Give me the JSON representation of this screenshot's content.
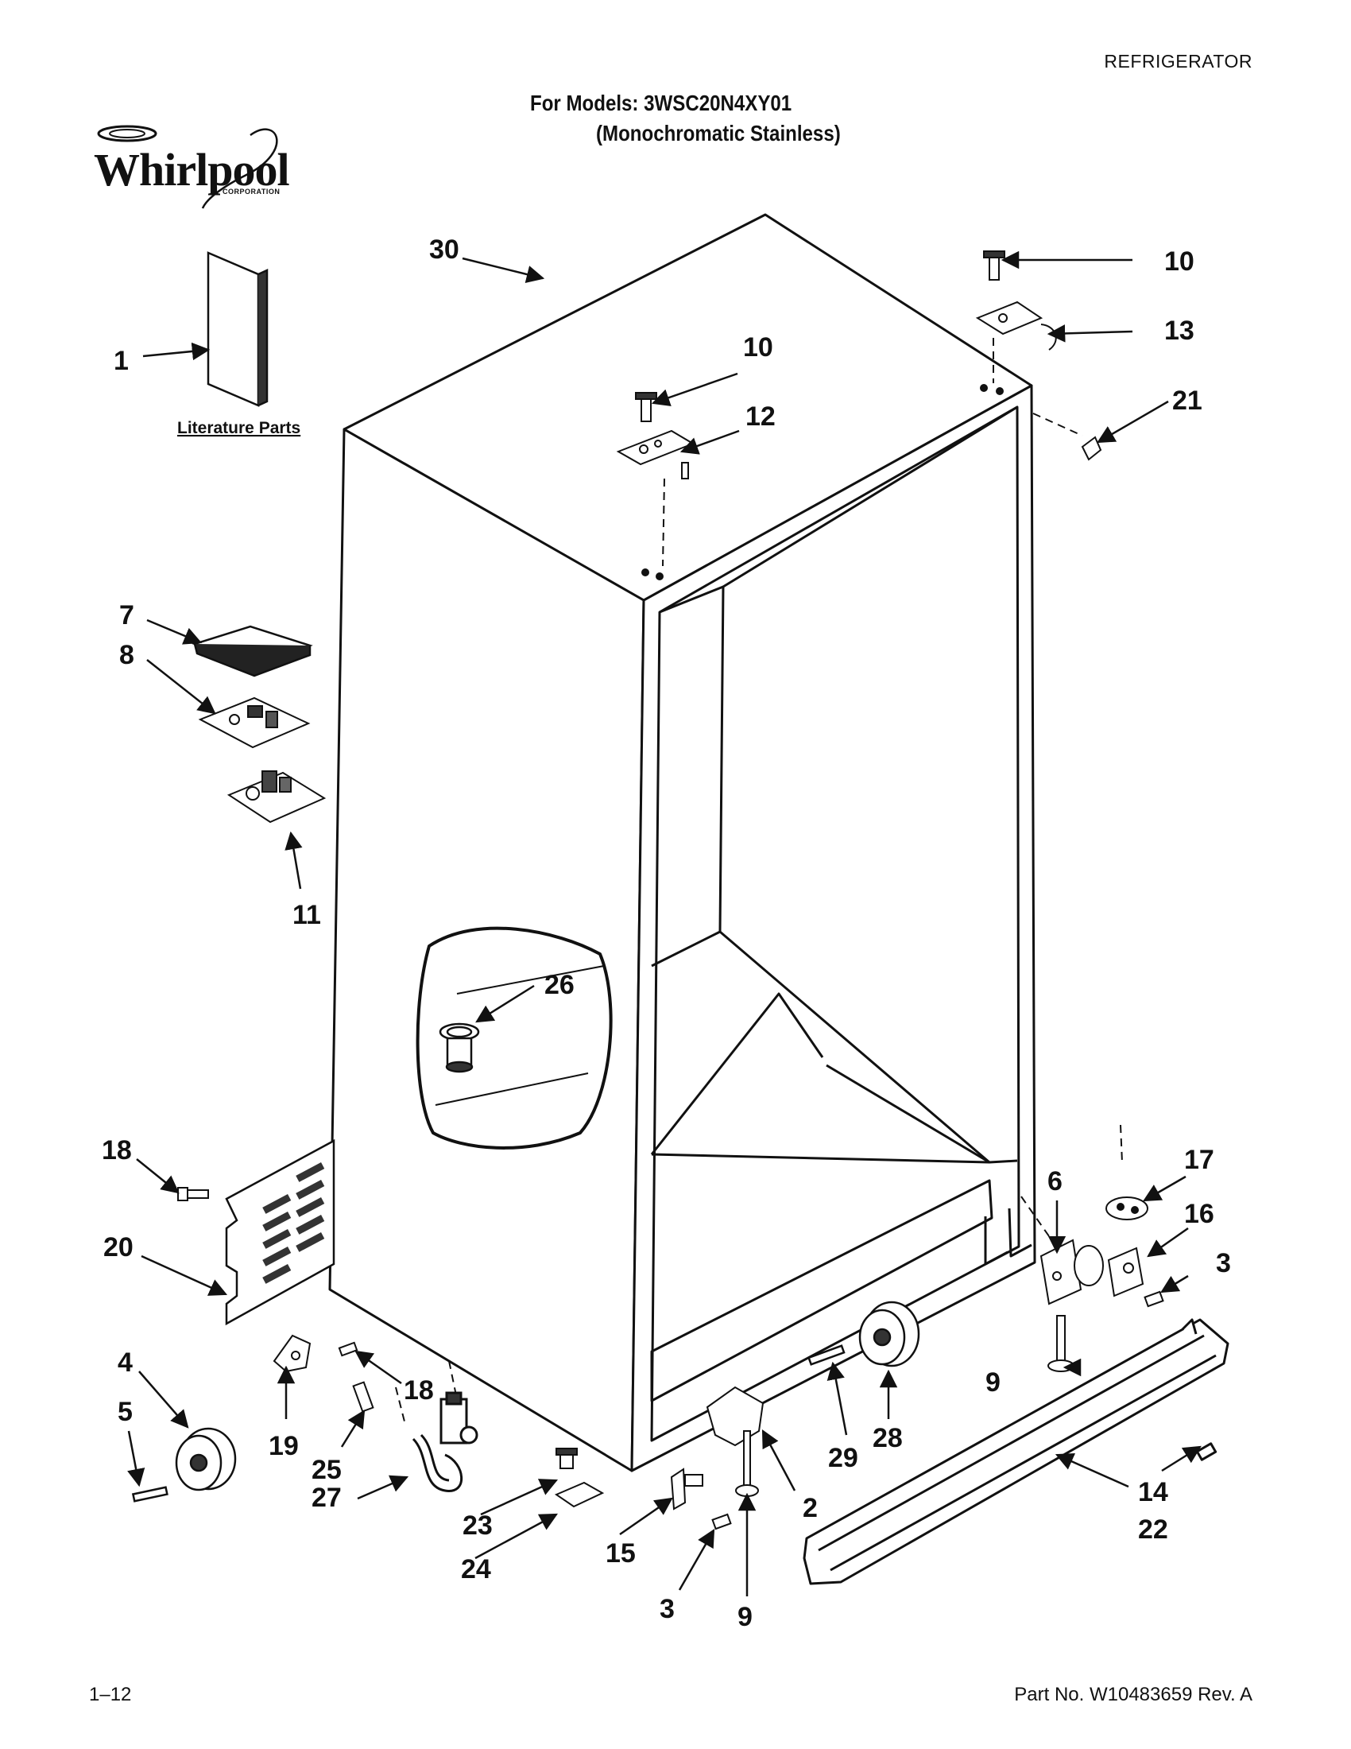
{
  "header": {
    "category": "REFRIGERATOR",
    "models_line": "For Models: 3WSC20N4XY01",
    "finish_line": "(Monochromatic Stainless)"
  },
  "logo": {
    "brand": "Whirlpool",
    "sub": "CORPORATION"
  },
  "diagram": {
    "literature_label": "Literature Parts",
    "callouts": [
      "30",
      "1",
      "10",
      "12",
      "10",
      "13",
      "21",
      "7",
      "8",
      "11",
      "26",
      "18",
      "20",
      "6",
      "17",
      "16",
      "3",
      "4",
      "5",
      "19",
      "18",
      "25",
      "27",
      "23",
      "24",
      "15",
      "3",
      "9",
      "2",
      "29",
      "28",
      "9",
      "14",
      "22"
    ]
  },
  "footer": {
    "page": "1–12",
    "part_no": "Part No. W10483659 Rev. A"
  },
  "colors": {
    "line": "#111111",
    "background": "#ffffff"
  }
}
